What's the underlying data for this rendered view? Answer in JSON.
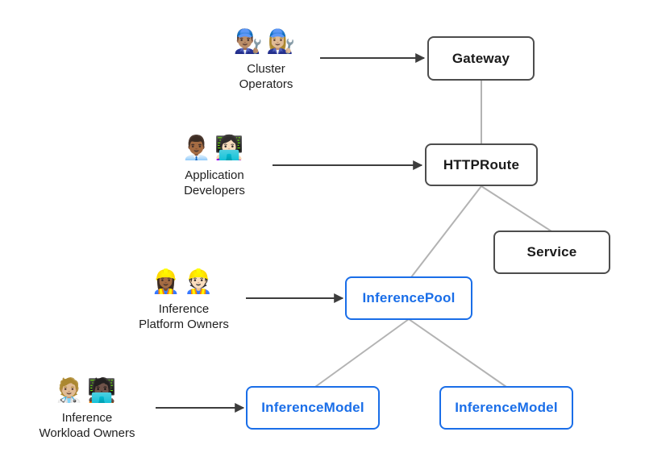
{
  "colors": {
    "core_node_border": "#4d4d4d",
    "core_node_text": "#1a1a1a",
    "inference_node_border": "#1a6ee8",
    "inference_node_text": "#1a6ee8",
    "connector_line": "#b3b3b3",
    "arrow": "#3d3d3d",
    "background": "#ffffff"
  },
  "actors": [
    {
      "icons": "👨🏽‍🔧👩🏼‍🔧",
      "line1": "Cluster",
      "line2": "Operators",
      "points_to": "Gateway"
    },
    {
      "icons": "👨🏾‍💼👩🏻‍💻",
      "line1": "Application",
      "line2": "Developers",
      "points_to": "HTTPRoute"
    },
    {
      "icons": "👷🏾‍♀️👷🏻",
      "line1": "Inference",
      "line2": "Platform Owners",
      "points_to": "InferencePool"
    },
    {
      "icons": "🧑🏼‍⚕️🧑🏿‍💻",
      "line1": "Inference",
      "line2": "Workload Owners",
      "points_to": "InferenceModel"
    }
  ],
  "nodes": [
    {
      "label": "Gateway",
      "style": "core"
    },
    {
      "label": "HTTPRoute",
      "style": "core"
    },
    {
      "label": "Service",
      "style": "core"
    },
    {
      "label": "InferencePool",
      "style": "inference"
    },
    {
      "label": "InferenceModel",
      "style": "inference"
    },
    {
      "label": "InferenceModel",
      "style": "inference"
    }
  ],
  "edges": [
    {
      "from": "Gateway",
      "to": "HTTPRoute"
    },
    {
      "from": "HTTPRoute",
      "to": "Service"
    },
    {
      "from": "HTTPRoute",
      "to": "InferencePool"
    },
    {
      "from": "InferencePool",
      "to": "InferenceModel (left)"
    },
    {
      "from": "InferencePool",
      "to": "InferenceModel (right)"
    }
  ]
}
